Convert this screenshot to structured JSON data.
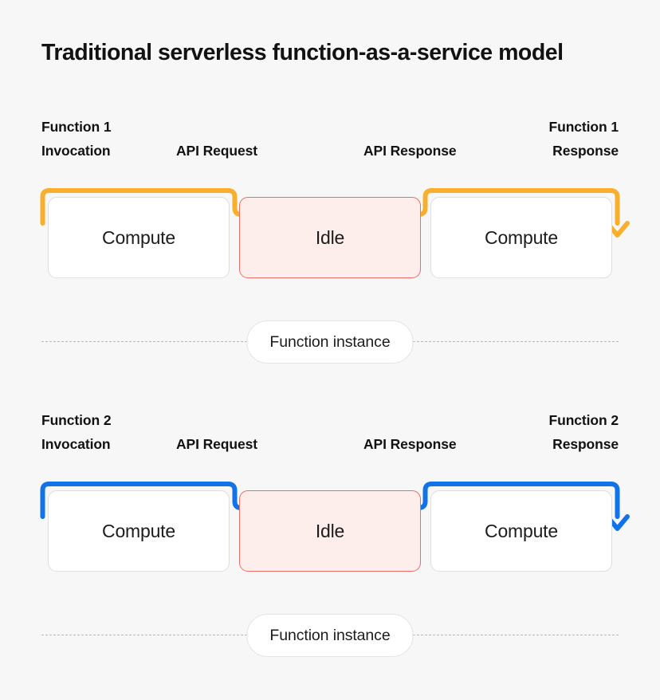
{
  "title": "Traditional serverless function-as-a-service model",
  "theme": {
    "background": "#F7F7F7",
    "text": "#121212",
    "accent_orange": "#F9AF2E",
    "accent_blue": "#1272E8",
    "idle_fill": "#FDEEEC",
    "idle_border": "#EC6B64",
    "compute_fill": "#FFFFFF",
    "compute_border": "#DEDEDE",
    "divider": "#B9B9B9"
  },
  "sections": [
    {
      "id": "function-1",
      "accent": "#F9AF2E",
      "labels": {
        "invocation_line1": "Function 1",
        "invocation_line2": "Invocation",
        "api_request": "API Request",
        "api_response": "API Response",
        "response_line1": "Function 1",
        "response_line2": "Response"
      },
      "boxes": [
        {
          "label": "Compute",
          "state": "compute"
        },
        {
          "label": "Idle",
          "state": "idle"
        },
        {
          "label": "Compute",
          "state": "compute"
        }
      ],
      "instance_label": "Function instance"
    },
    {
      "id": "function-2",
      "accent": "#1272E8",
      "labels": {
        "invocation_line1": "Function 2",
        "invocation_line2": "Invocation",
        "api_request": "API Request",
        "api_response": "API Response",
        "response_line1": "Function 2",
        "response_line2": "Response"
      },
      "boxes": [
        {
          "label": "Compute",
          "state": "compute"
        },
        {
          "label": "Idle",
          "state": "idle"
        },
        {
          "label": "Compute",
          "state": "compute"
        }
      ],
      "instance_label": "Function instance"
    }
  ]
}
